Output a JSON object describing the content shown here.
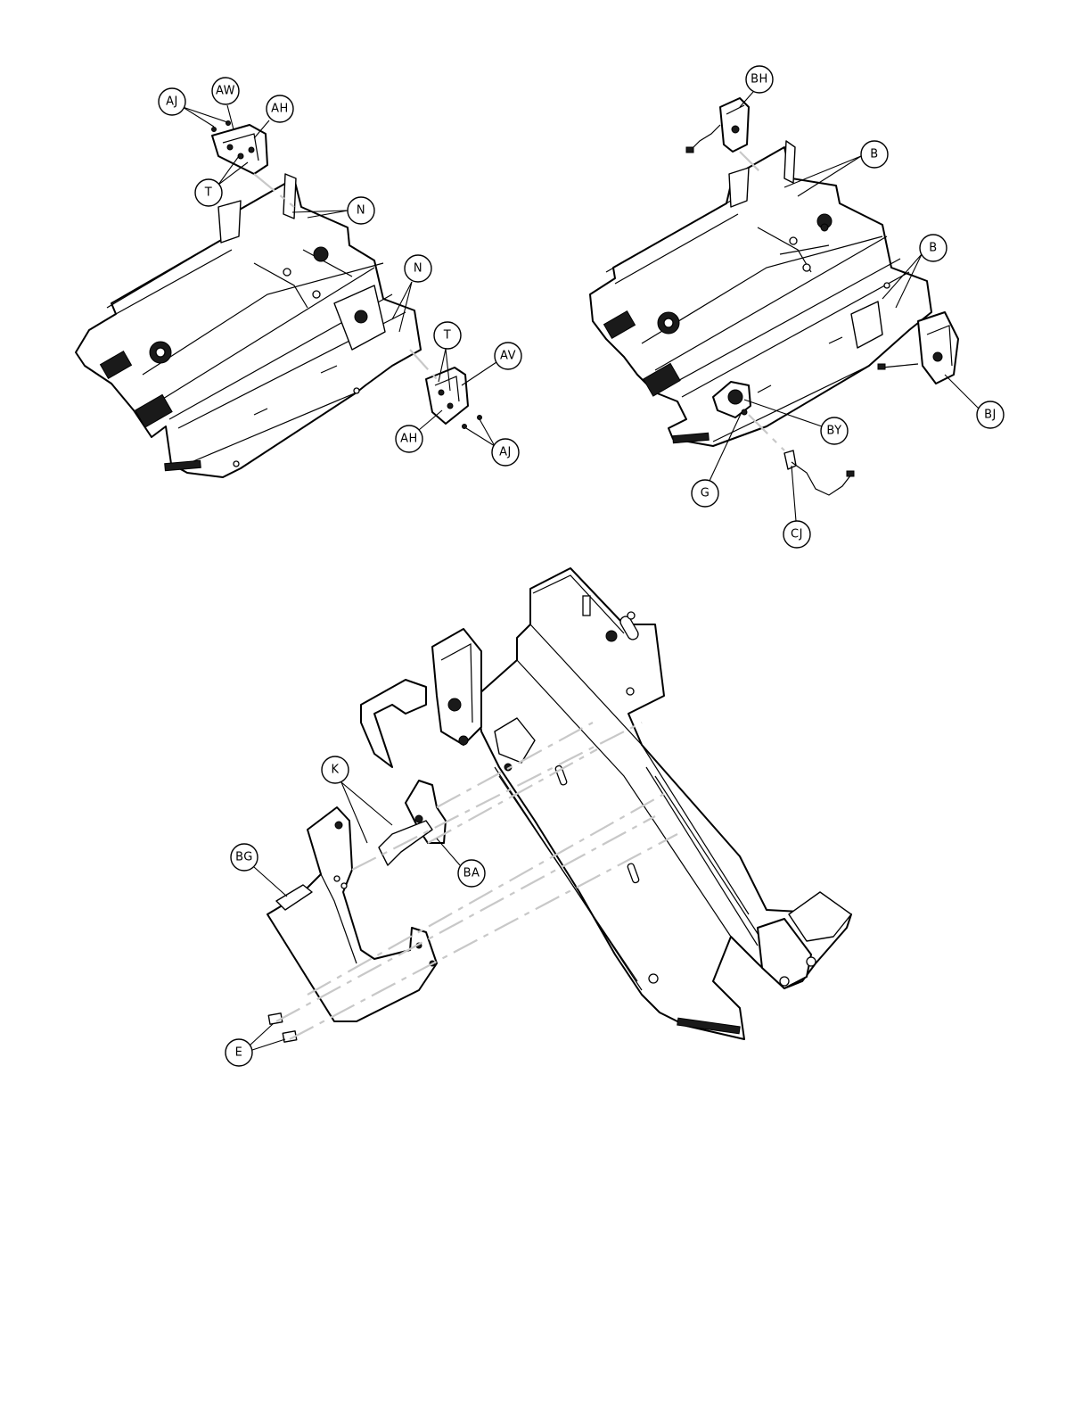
{
  "colors": {
    "line": "#000000",
    "background": "#ffffff",
    "centerline": "#c8c8c8"
  },
  "views": {
    "top_left": {
      "callouts": [
        {
          "id": "aj-1",
          "label": "AJ"
        },
        {
          "id": "aw",
          "label": "AW"
        },
        {
          "id": "ah-1",
          "label": "AH"
        },
        {
          "id": "t-1",
          "label": "T"
        },
        {
          "id": "n-1",
          "label": "N"
        },
        {
          "id": "n-2",
          "label": "N"
        },
        {
          "id": "t-2",
          "label": "T"
        },
        {
          "id": "av",
          "label": "AV"
        },
        {
          "id": "ah-2",
          "label": "AH"
        },
        {
          "id": "aj-2",
          "label": "AJ"
        }
      ]
    },
    "top_right": {
      "callouts": [
        {
          "id": "bh",
          "label": "BH"
        },
        {
          "id": "b-1",
          "label": "B"
        },
        {
          "id": "b-2",
          "label": "B"
        },
        {
          "id": "bj",
          "label": "BJ"
        },
        {
          "id": "by",
          "label": "BY"
        },
        {
          "id": "g",
          "label": "G"
        },
        {
          "id": "cj",
          "label": "CJ"
        }
      ]
    },
    "bottom": {
      "callouts": [
        {
          "id": "k",
          "label": "K"
        },
        {
          "id": "bg",
          "label": "BG"
        },
        {
          "id": "ba",
          "label": "BA"
        },
        {
          "id": "e",
          "label": "E"
        }
      ]
    }
  }
}
